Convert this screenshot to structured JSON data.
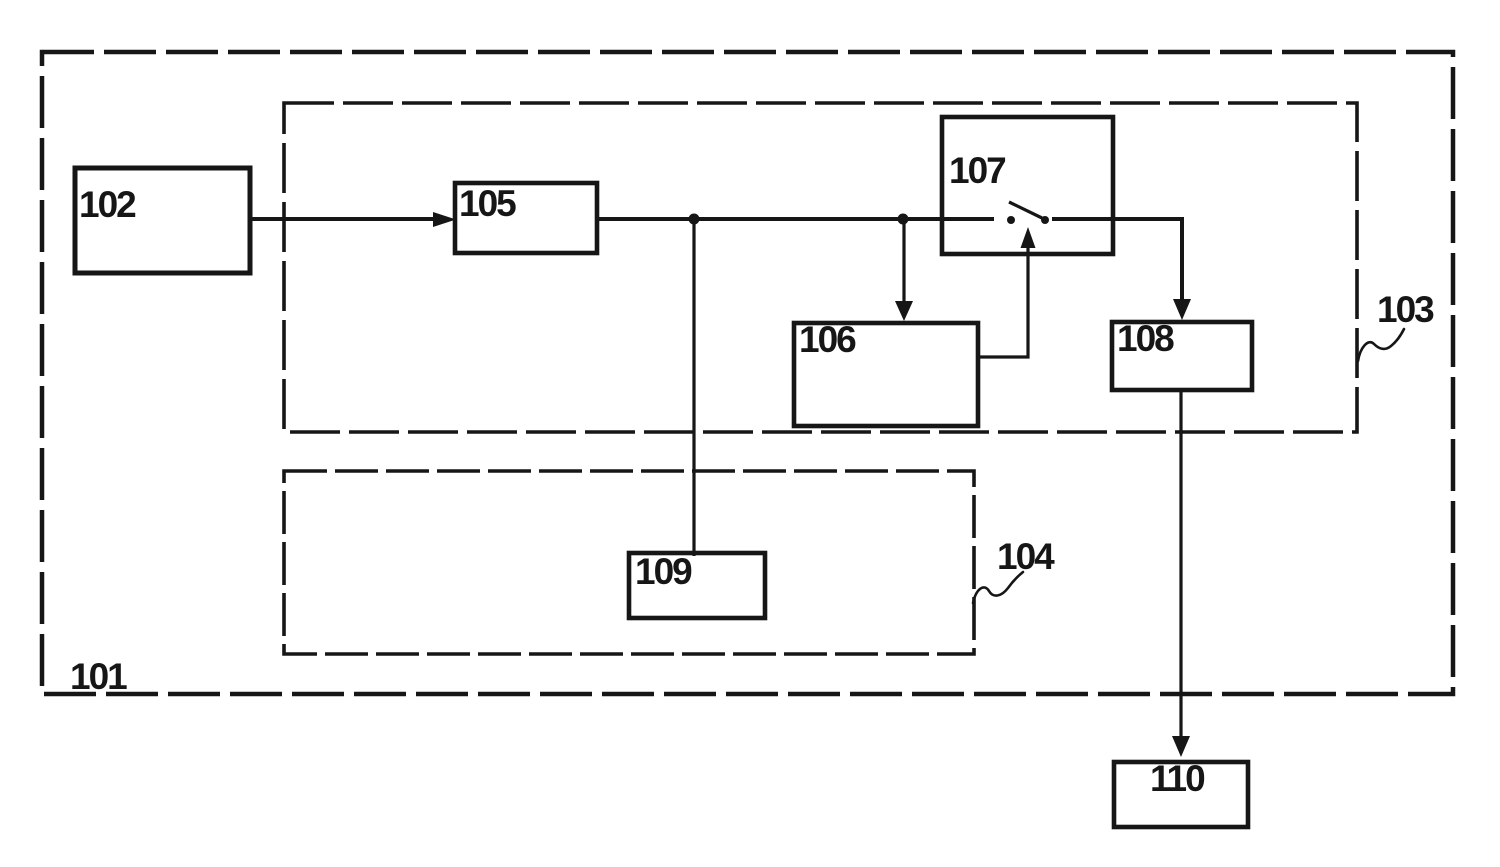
{
  "figure": {
    "kind": "patent-style block diagram",
    "background": "#ffffff",
    "ink": "#161616",
    "containers": [
      {
        "id": "outer",
        "ref": "101",
        "border": "dashed"
      },
      {
        "id": "upper-inner",
        "ref": "103",
        "border": "dashed"
      },
      {
        "id": "lower-inner",
        "ref": "104",
        "border": "dashed"
      }
    ],
    "blocks": [
      {
        "id": "b102",
        "ref": "102"
      },
      {
        "id": "b105",
        "ref": "105"
      },
      {
        "id": "b106",
        "ref": "106"
      },
      {
        "id": "b107",
        "ref": "107",
        "symbol": "open-switch"
      },
      {
        "id": "b108",
        "ref": "108"
      },
      {
        "id": "b109",
        "ref": "109"
      },
      {
        "id": "b110",
        "ref": "110"
      }
    ],
    "connections": [
      {
        "from": "102",
        "to": "105",
        "type": "arrow"
      },
      {
        "from": "105",
        "to": "107-switch",
        "type": "line"
      },
      {
        "from": "main-line-junction-1",
        "to": "109",
        "type": "line"
      },
      {
        "from": "main-line-junction-2",
        "to": "106",
        "type": "arrow"
      },
      {
        "from": "106",
        "to": "107-switch",
        "type": "arrow"
      },
      {
        "from": "107-switch",
        "to": "108",
        "type": "arrow"
      },
      {
        "from": "108",
        "to": "110",
        "type": "arrow"
      }
    ]
  }
}
